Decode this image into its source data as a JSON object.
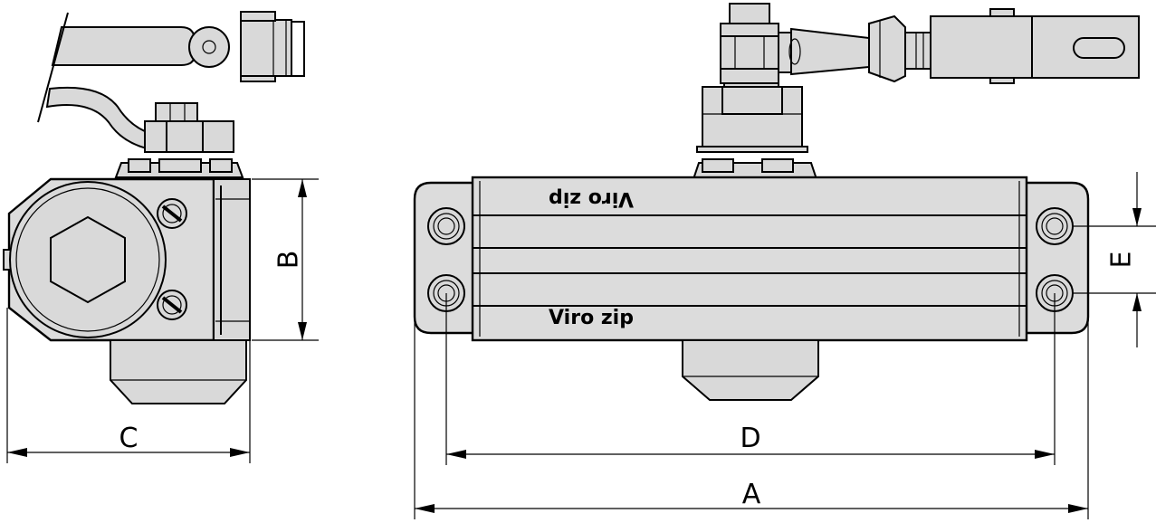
{
  "dimensions": {
    "a": "A",
    "b": "B",
    "c": "C",
    "d": "D",
    "e": "E"
  },
  "brand": {
    "top": "Viro zip",
    "bottom": "Viro zip"
  }
}
